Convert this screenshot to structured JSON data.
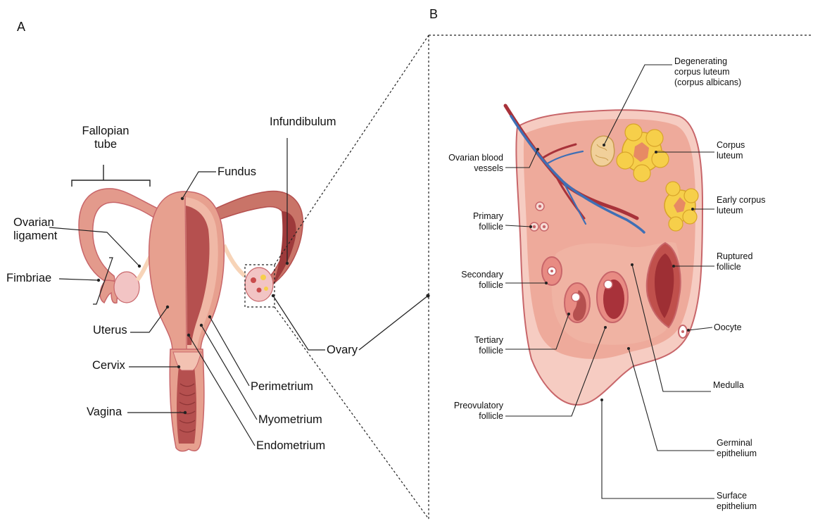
{
  "panels": {
    "a": "A",
    "b": "B"
  },
  "panel_a": {
    "fallopian_tube": [
      "Fallopian",
      "tube"
    ],
    "ovarian_ligament": [
      "Ovarian",
      "ligament"
    ],
    "fimbriae": "Fimbriae",
    "uterus": "Uterus",
    "cervix": "Cervix",
    "vagina": "Vagina",
    "fundus": "Fundus",
    "infundibulum": "Infundibulum",
    "ovary": "Ovary",
    "perimetrium": "Perimetrium",
    "myometrium": "Myometrium",
    "endometrium": "Endometrium"
  },
  "panel_b": {
    "degenerating_corpus_luteum": [
      "Degenerating",
      "corpus luteum",
      "(corpus albicans)"
    ],
    "ovarian_blood_vessels": [
      "Ovarian blood",
      "vessels"
    ],
    "corpus_luteum": [
      "Corpus",
      "luteum"
    ],
    "early_corpus_luteum": [
      "Early corpus",
      "luteum"
    ],
    "primary_follicle": [
      "Primary",
      "follicle"
    ],
    "ruptured_follicle": [
      "Ruptured",
      "follicle"
    ],
    "secondary_follicle": [
      "Secondary",
      "follicle"
    ],
    "oocyte": "Oocyte",
    "tertiary_follicle": [
      "Tertiary",
      "follicle"
    ],
    "medulla": "Medulla",
    "preovulatory_follicle": [
      "Preovulatory",
      "follicle"
    ],
    "germinal_epithelium": [
      "Germinal",
      "epithelium"
    ],
    "surface_epithelium": [
      "Surface",
      "epithelium"
    ]
  },
  "colors": {
    "outline": "#c8666a",
    "tissue": "#e9a090",
    "tissue_light": "#f6ccc2",
    "inner": "#b5504f",
    "dark": "#9e3a3b",
    "yellow": "#f6cf4a",
    "vessel_red": "#a8323a",
    "vessel_blue": "#3f6fb5"
  }
}
